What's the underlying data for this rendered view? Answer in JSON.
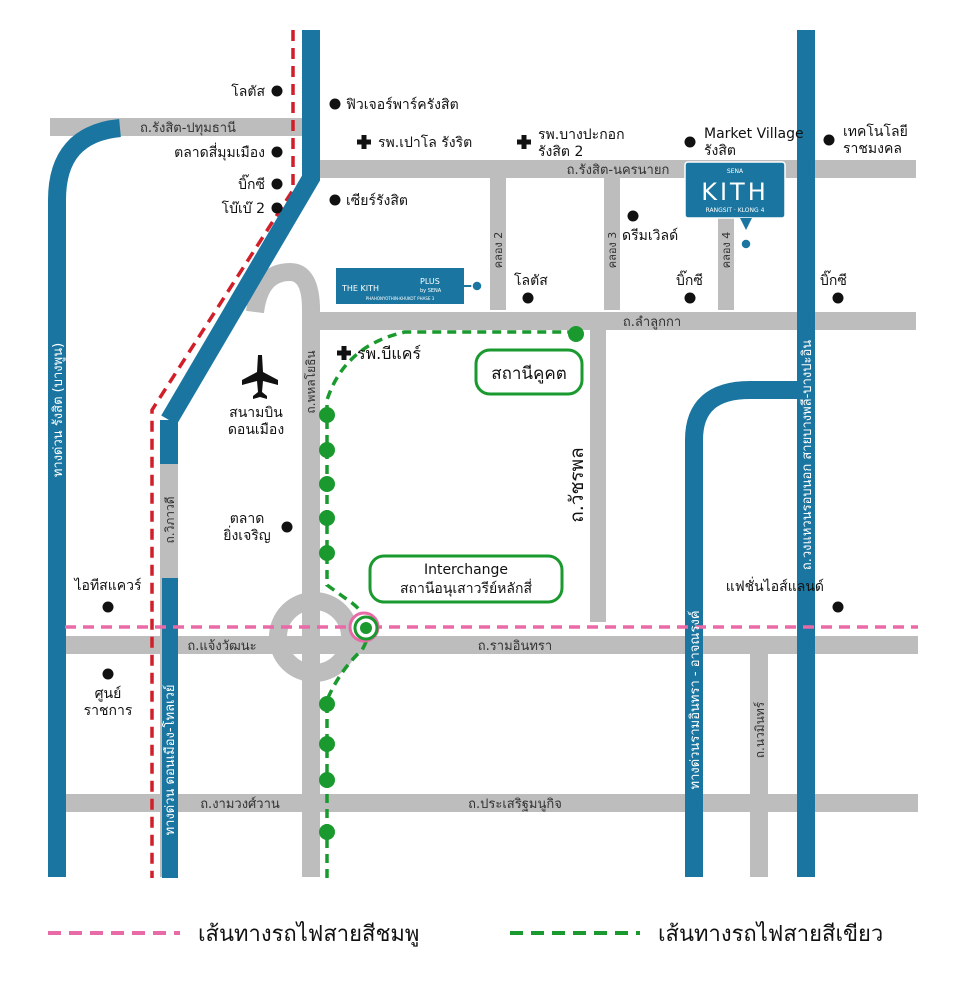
{
  "colors": {
    "road": "#bdbdbd",
    "expressway": "#1a76a0",
    "pink_line": "#e86aa6",
    "green_line": "#1a9a2e",
    "red_line": "#d11f2a",
    "brand": "#1a76a0"
  },
  "roads": {
    "rangsit_pathum": "ถ.รังสิต-ปทุมธานี",
    "rangsit_nakhon": "ถ.รังสิต-นครนายก",
    "lam_luk_ka": "ถ.ลำลูกกา",
    "phahon": "ถ.พหลโยธิน",
    "wacharaphon": "ถ.วัชรพล",
    "wiphawadi": "ถ.วิภาวดี",
    "chaeng": "ถ.แจ้งวัฒนะ",
    "ram_inthra": "ถ.รามอินทรา",
    "ngam": "ถ.งามวงศ์วาน",
    "prasert": "ถ.ประเสริฐมนูกิจ",
    "nawamin": "ถ.นวมินทร์",
    "khlong2": "คลอง 2",
    "khlong3": "คลอง 3",
    "khlong4": "คลอง 4",
    "exp_rangsit": "ทางด่วน รังสิต (บางพูน)",
    "exp_donmueang": "ทางด่วน ดอนเมือง-โทลเวย์",
    "exp_raminthra": "ทางด่วนรามอินทรา - อาจณรงค์",
    "exp_outer": "ถ.วงแหวนรอบนอก สายบางพลี-บางปะอิน"
  },
  "places": {
    "lotus_top": "โลตัส",
    "future_park": "ฟิวเจอร์พาร์ครังสิต",
    "talad_si": "ตลาดสี่มุมเมือง",
    "bigc_top": "บิ๊กซี",
    "bebe": "โบ๊เบ๊ 2",
    "hosp_paolo": "รพ.เปาโล รังริต",
    "hosp_bangpakok_1": "รพ.บางปะกอก",
    "hosp_bangpakok_2": "รังสิต 2",
    "market_village_1": "Market Village",
    "market_village_2": "รังสิต",
    "tech_1": "เทคโนโลยี",
    "tech_2": "ราชมงคล",
    "zeer": "เซียร์รังสิต",
    "dream_world": "ดรีมเวิลด์",
    "lotus_mid": "โลตัส",
    "bigc_mid": "บิ๊กซี",
    "bigc_right": "บิ๊กซี",
    "hosp_bcare": "รพ.บีแคร์",
    "airport_1": "สนามบิน",
    "airport_2": "ดอนเมือง",
    "talad_ying_1": "ตลาด",
    "talad_ying_2": "ยิ่งเจริญ",
    "it_square": "ไอทีสแควร์",
    "center_1": "ศูนย์",
    "center_2": "ราชการ",
    "fashion": "แฟชั่นไอส์แลนด์"
  },
  "stations": {
    "khu_khot": "สถานีคูคต",
    "interchange_en": "Interchange",
    "interchange_th": "สถานีอนุเสาวรีย์หลักสี่"
  },
  "logos": {
    "kith_small": {
      "main": "THE KITH",
      "plus": "PLUS",
      "by": "by SENA",
      "sub": "PHAHONYOTHIN-KHUKOT PHASE 3"
    },
    "kith_main": {
      "top": "SENA",
      "main": "KITH",
      "sub": "RANGSIT · KLONG 4"
    }
  },
  "legend": {
    "pink": "เส้นทางรถไฟสายสีชมพู",
    "green": "เส้นทางรถไฟสายสีเขียว"
  }
}
